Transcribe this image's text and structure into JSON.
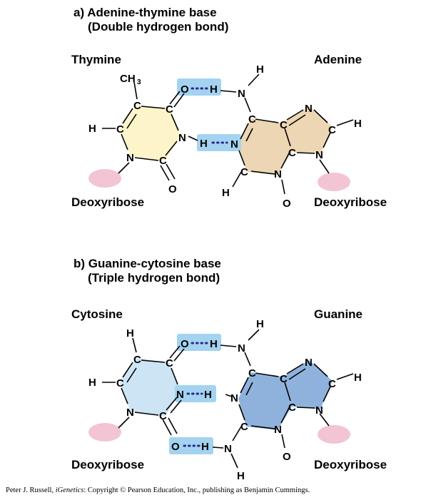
{
  "section_a": {
    "title_line1": "a) Adenine-thymine base",
    "title_line2": "(Double hydrogen bond)",
    "left_base": "Thymine",
    "right_base": "Adenine",
    "left_sugar": "Deoxyribose",
    "right_sugar": "Deoxyribose",
    "left_ring_color": "#fdf5c9",
    "right_ring_color": "#ecd6b4"
  },
  "section_b": {
    "title_line1": "b) Guanine-cytosine base",
    "title_line2": "(Triple hydrogen bond)",
    "left_base": "Cytosine",
    "right_base": "Guanine",
    "left_sugar": "Deoxyribose",
    "right_sugar": "Deoxyribose",
    "left_ring_color": "#cde4f5",
    "right_ring_color": "#8fb2dd"
  },
  "atoms": {
    "carbon": "C",
    "nitrogen": "N",
    "oxygen": "O",
    "hydrogen": "H",
    "methyl": "CH",
    "methyl_sub": "3"
  },
  "colors": {
    "hbond_highlight": "#a3d3f0",
    "hbond_dots": "#2a2a8c",
    "sugar": "#f3c4d3"
  },
  "credit": {
    "author": "Peter J. Russell, ",
    "book": "iGenetics",
    "rest": ": Copyright © Pearson Education, Inc., publishing as Benjamin Cummings."
  }
}
